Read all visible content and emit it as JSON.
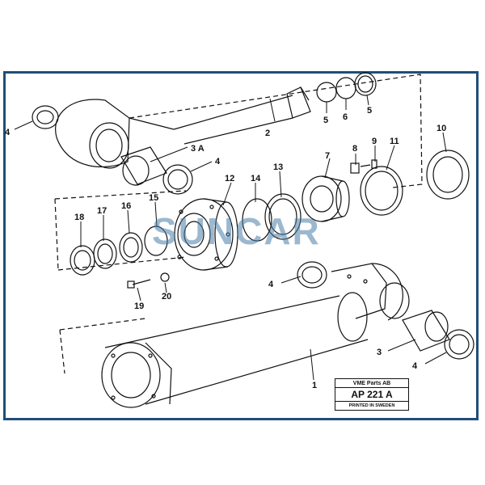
{
  "watermark": "SUNCAR",
  "title_block": {
    "publisher": "VME Parts AB",
    "code": "AP 221 A",
    "printed": "PRINTED IN SWEDEN"
  },
  "callouts": {
    "c1": "1",
    "c2": "2",
    "c3": "3",
    "c3a": "3 A",
    "c4_top_left": "4",
    "c4_mid": "4",
    "c4_center": "4",
    "c4_bottom": "4",
    "c5_left": "5",
    "c5_right": "5",
    "c6": "6",
    "c7": "7",
    "c8": "8",
    "c9": "9",
    "c10": "10",
    "c11": "11",
    "c12": "12",
    "c13": "13",
    "c14": "14",
    "c15": "15",
    "c16": "16",
    "c17": "17",
    "c18": "18",
    "c19": "19",
    "c20": "20"
  },
  "colors": {
    "frame": "#1f4e79",
    "ink": "#111111",
    "watermark": "#4a7fa8"
  }
}
